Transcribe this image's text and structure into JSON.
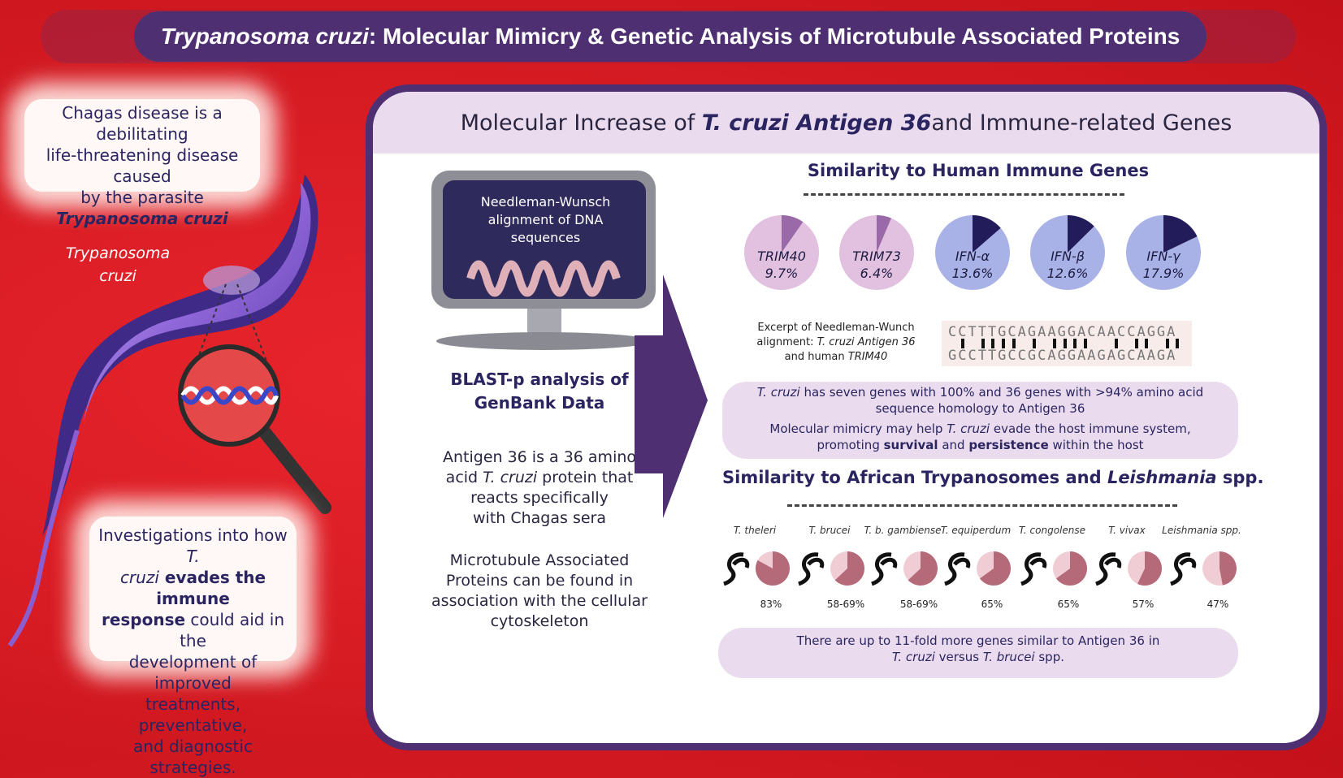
{
  "title": {
    "italic": "Trypanosoma cruzi",
    "rest": ": Molecular Mimicry & Genetic Analysis of Microtubule Associated Proteins"
  },
  "left": {
    "intro_lines": [
      "Chagas disease is a debilitating",
      "life-threatening disease caused",
      "by the parasite"
    ],
    "intro_species": "Trypanosoma cruzi",
    "parasite_label_lines": [
      "Trypanosoma",
      "cruzi"
    ],
    "bottom_lines": {
      "l1_a": "Investigations into how ",
      "l1_b": "T.",
      "l2_a": "cruzi",
      "l2_b": " evades the immune",
      "l3_a": "response",
      "l3_b": " could aid in the",
      "l4": "development of improved",
      "l5": "treatments, preventative,",
      "l6": "and diagnostic strategies."
    }
  },
  "panel": {
    "title_a": "Molecular Increase of ",
    "title_b": "T. cruzi Antigen 36",
    "title_c": " and Immune-related Genes",
    "monitor_lines": [
      "Needleman-Wunsch",
      "alignment of DNA",
      "sequences"
    ],
    "blast_lines": [
      "BLAST-p analysis of",
      "GenBank Data"
    ],
    "antigen_text": {
      "l1": "Antigen 36 is a 36 amino",
      "l2_a": "acid ",
      "l2_b": "T. cruzi",
      "l2_c": " protein that",
      "l3": "reacts specifically",
      "l4": "with Chagas sera"
    },
    "map_lines": [
      "Microtubule Associated",
      "Proteins can be found in",
      "association with the cellular",
      "cytoskeleton"
    ],
    "immune_title": "Similarity to Human Immune Genes",
    "immune_genes": [
      {
        "name": "TRIM40",
        "pct": "9.7%",
        "value": 9.7,
        "fill": "#e2c0e0",
        "slice": "#9a6aa8"
      },
      {
        "name": "TRIM73",
        "pct": "6.4%",
        "value": 6.4,
        "fill": "#e2c0e0",
        "slice": "#9a6aa8"
      },
      {
        "name": "IFN-α",
        "pct": "13.6%",
        "value": 13.6,
        "fill": "#a9b2e6",
        "slice": "#221c5a"
      },
      {
        "name": "IFN-β",
        "pct": "12.6%",
        "value": 12.6,
        "fill": "#a9b2e6",
        "slice": "#221c5a"
      },
      {
        "name": "IFN-γ",
        "pct": "17.9%",
        "value": 17.9,
        "fill": "#a9b2e6",
        "slice": "#221c5a"
      }
    ],
    "alignment_caption": {
      "l1": "Excerpt of Needleman-Wunch",
      "l2_a": "alignment: ",
      "l2_b": "T. cruzi Antigen 36",
      "l3_a": "and  human ",
      "l3_b": "TRIM40"
    },
    "seq_top": "CCTTTGCAGAAGGACAACCAGGA",
    "seq_bottom": "GCCTTGCCGCAGGAAGAGCAAGA",
    "homology_pill": {
      "l1_a": "T. cruzi",
      "l1_b": " has seven genes with 100% and 36 genes with >94% amino acid",
      "l2": "sequence homology to Antigen 36",
      "l3_a": "Molecular  mimicry may help ",
      "l3_b": "T. cruzi",
      "l3_c": " evade the host immune  system,",
      "l4_a": "promoting ",
      "l4_b": "survival",
      "l4_c": " and ",
      "l4_d": "persistence",
      "l4_e": " within the host"
    },
    "tryp_title_a": "Similarity to African Trypanosomes and ",
    "tryp_title_b": "Leishmania",
    "tryp_title_c": " spp.",
    "species": [
      {
        "name": "T. theleri",
        "pct": "83%",
        "value": 83
      },
      {
        "name": "T. brucei",
        "pct": "58-69%",
        "value": 63
      },
      {
        "name": "T. b. gambiense",
        "pct": "58-69%",
        "value": 63
      },
      {
        "name": "T. equiperdum",
        "pct": "65%",
        "value": 65
      },
      {
        "name": "T. congolense",
        "pct": "65%",
        "value": 65
      },
      {
        "name": "T. vivax",
        "pct": "57%",
        "value": 57
      },
      {
        "name": "Leishmania spp.",
        "pct": "47%",
        "value": 47
      }
    ],
    "fold_pill": {
      "l1": "There are up to 11-fold more genes similar to Antigen 36 in",
      "l2_a": "T. cruzi",
      "l2_b": " versus ",
      "l2_c": "T. brucei",
      "l2_d": " spp."
    },
    "colors": {
      "dark_purple": "#4e3072",
      "pale_purple": "#eadcee",
      "rose": "#b56a7a",
      "rose_light": "#f0cdd4"
    }
  }
}
